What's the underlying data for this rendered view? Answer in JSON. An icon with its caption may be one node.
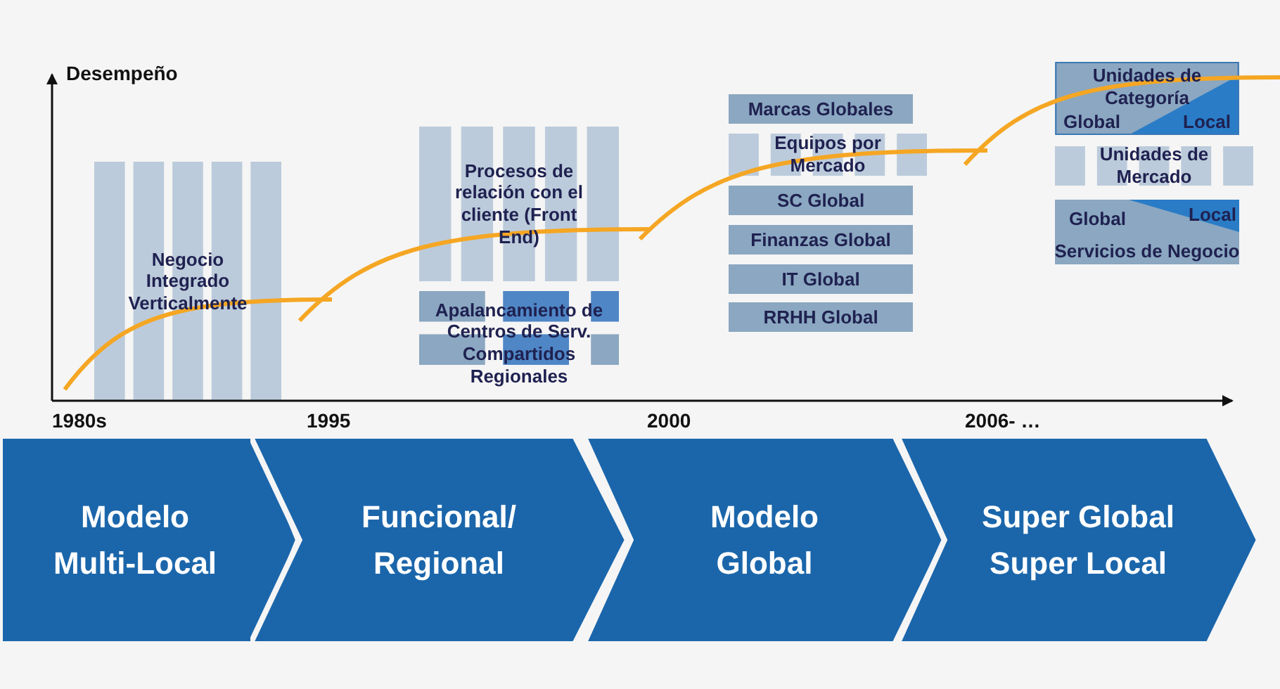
{
  "diagram": {
    "nodes": [
      {
        "text": [
          "Negocio Integrado Verticalmente"
        ]
      },
      {
        "text": [
          "Procesos de relación con el cliente (Front End)"
        ]
      },
      {
        "text": [
          "Apalancamiento de Centros de Serv. Compartidos Regionales"
        ]
      },
      {
        "text": [
          "Marcas Globales"
        ]
      },
      {
        "text": [
          "Equipos por Mercado"
        ]
      },
      {
        "text": [
          "SC Global"
        ]
      },
      {
        "text": [
          "Finanzas Global"
        ]
      },
      {
        "text": [
          "IT Global"
        ]
      },
      {
        "text": [
          "RRHH Global"
        ]
      },
      {
        "text": [
          "Unidades de Categoría",
          "Global",
          "Local"
        ]
      },
      {
        "text": [
          "Unidades de Mercado"
        ]
      },
      {
        "text": [
          "Global",
          "Local",
          "Servicios de Negocio"
        ]
      },
      {
        "text": [
          "Modelo Multi-Local"
        ]
      },
      {
        "text": [
          "Funcional/ Regional"
        ]
      },
      {
        "text": [
          "Modelo Global"
        ]
      },
      {
        "text": [
          "Super Global Super Local"
        ]
      }
    ],
    "labels": [
      "Desempeño",
      "1980s",
      "1995",
      "2000",
      "2006- …"
    ]
  }
}
